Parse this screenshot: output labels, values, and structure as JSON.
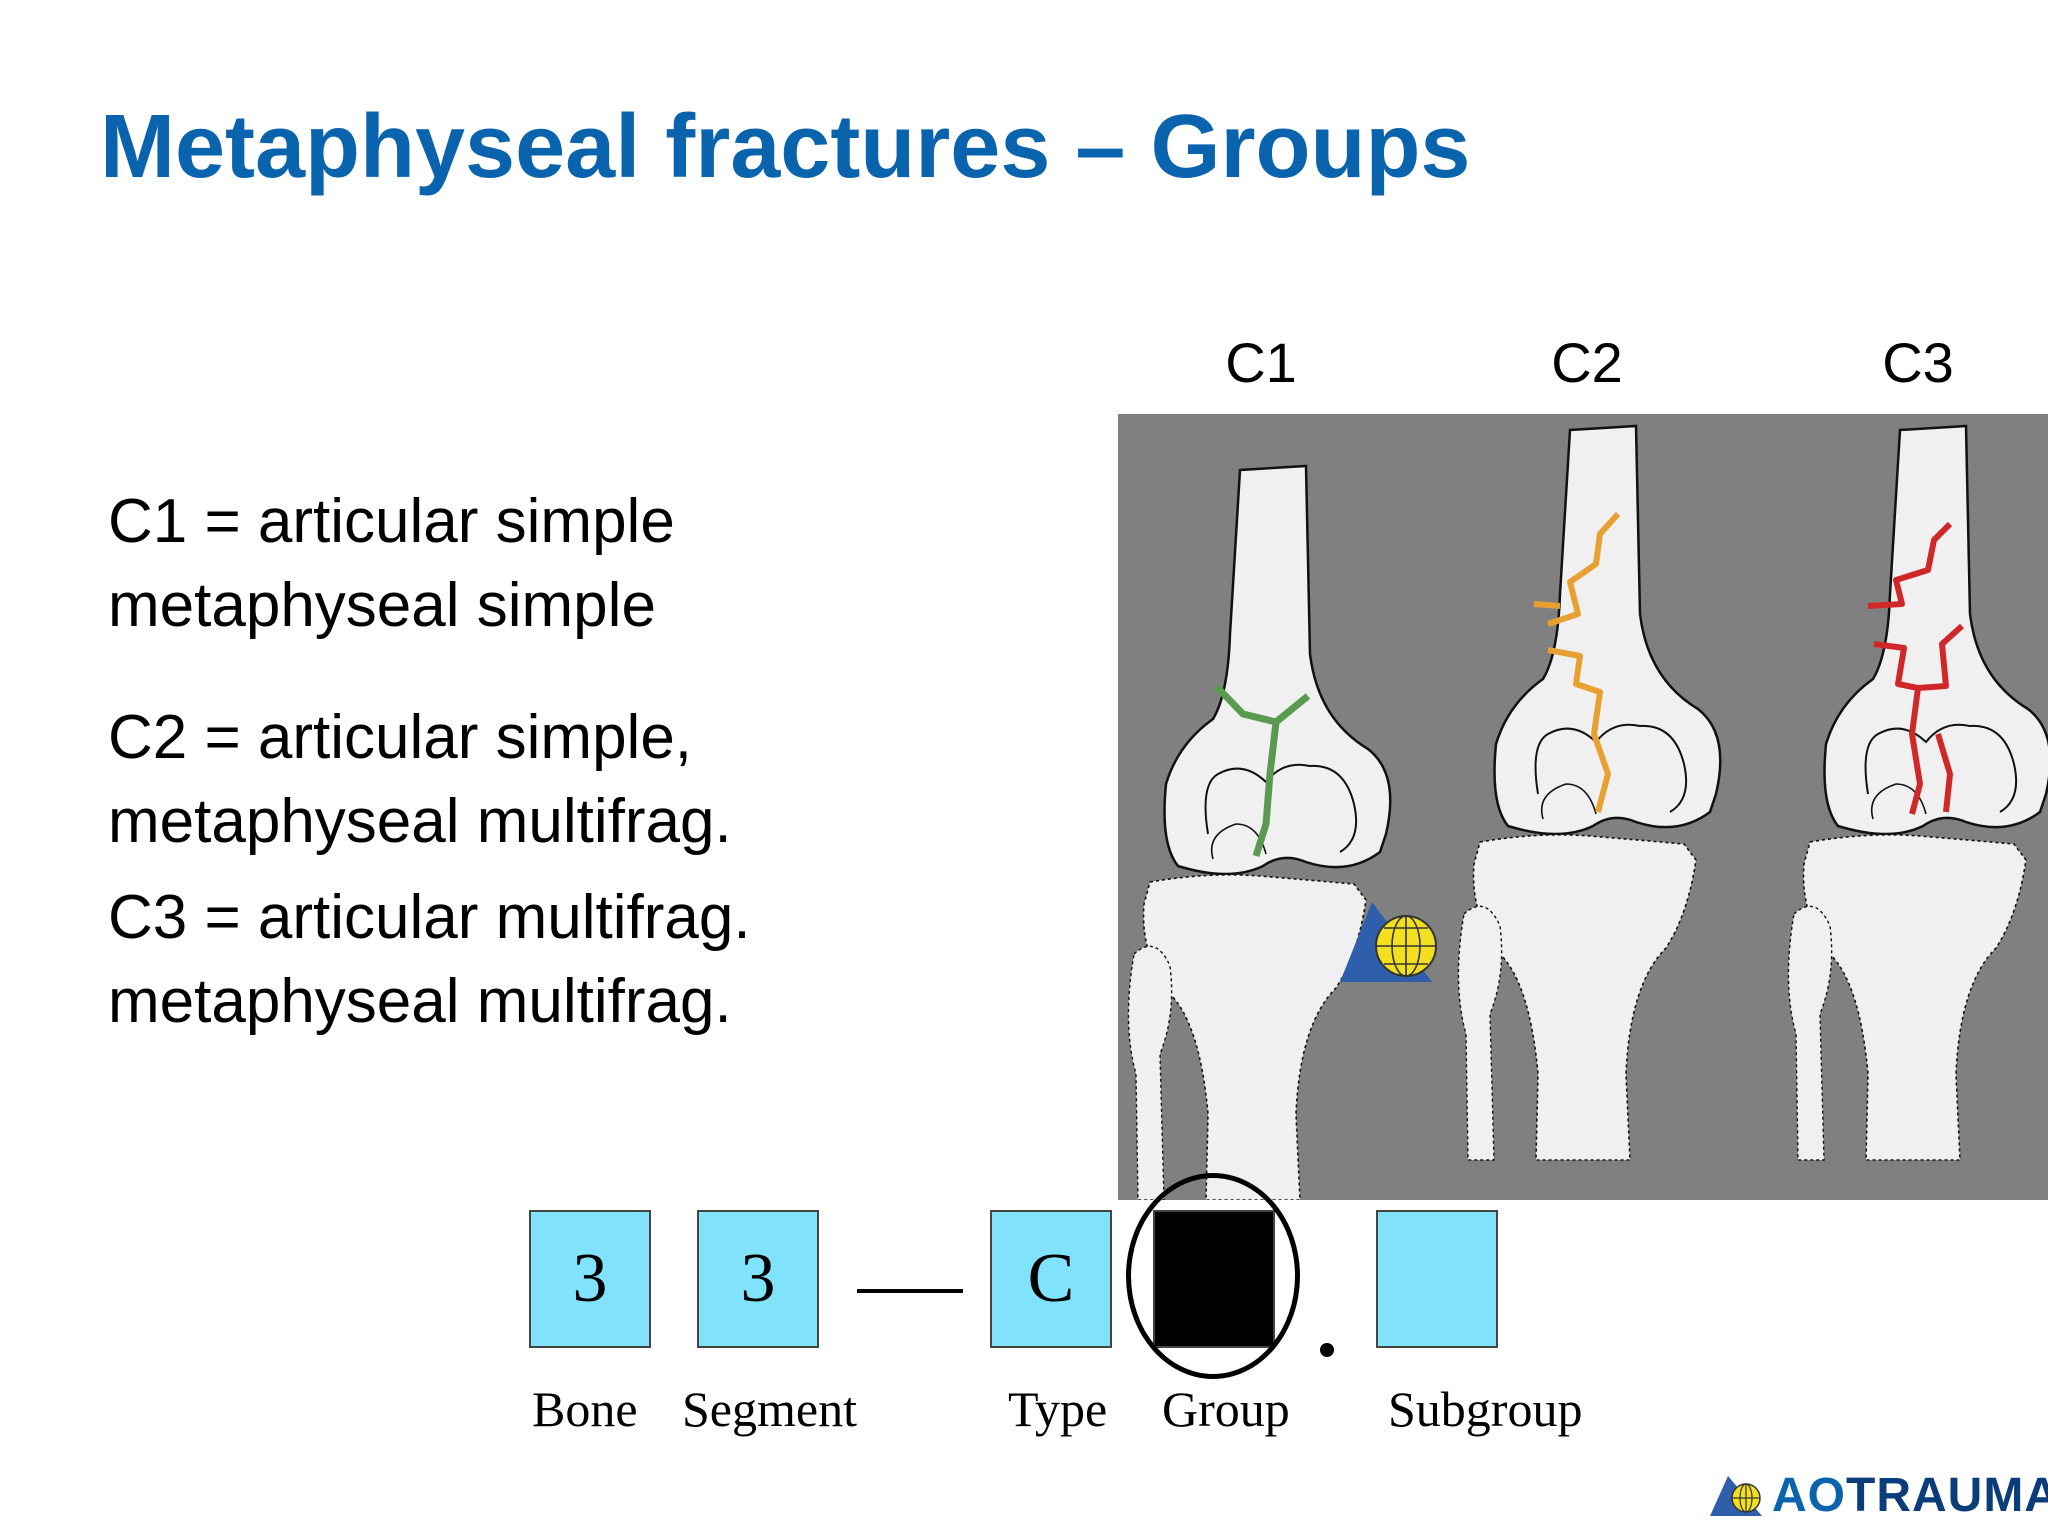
{
  "title": "Metaphyseal fractures – Groups",
  "descriptions": [
    {
      "line1": "C1 = articular simple",
      "line2": "metaphyseal simple"
    },
    {
      "line1": "C2 = articular simple,",
      "line2": "metaphyseal multifrag."
    },
    {
      "line1": "C3 = articular multifrag.",
      "line2": "metaphyseal multifrag."
    }
  ],
  "columns": [
    "C1",
    "C2",
    "C3"
  ],
  "fracture_line_colors": {
    "C1": "#5a9a50",
    "C2": "#e8a030",
    "C3": "#d02828"
  },
  "panel_background": "#808080",
  "bone_color": "#f0f0f0",
  "code": {
    "bone": {
      "value": "3",
      "label": "Bone"
    },
    "segment": {
      "value": "3",
      "label": "Segment"
    },
    "type": {
      "value": "C",
      "label": "Type"
    },
    "group": {
      "value": "",
      "label": "Group"
    },
    "subgroup": {
      "value": "",
      "label": "Subgroup"
    }
  },
  "box_color": "#81e3fb",
  "logo": {
    "ao": "AO",
    "rest": "TRAUMA",
    "icon": "ao-globe-triangle-icon"
  }
}
